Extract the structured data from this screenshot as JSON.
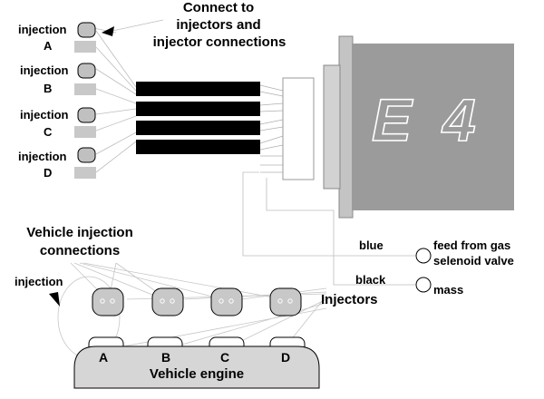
{
  "colors": {
    "unit_body": "#9b9b9b",
    "unit_flange": "#c8c8c8",
    "engine_fill": "#d6d6d6",
    "plug_fill": "#c0c0c0",
    "ribbon": "#000000",
    "wire": "#b0b0b0",
    "outline": "#000000"
  },
  "header": {
    "title_line1": "Connect to",
    "title_line2": "injectors and",
    "title_line3": "injector connections"
  },
  "injector_connectors": [
    {
      "word": "injection",
      "letter": "A"
    },
    {
      "word": "injection",
      "letter": "B"
    },
    {
      "word": "injection",
      "letter": "C"
    },
    {
      "word": "injection",
      "letter": "D"
    }
  ],
  "unit": {
    "logo_letter": "E",
    "logo_number": "4"
  },
  "wires": [
    {
      "color_label": "blue",
      "destination_line1": "feed from gas",
      "destination_line2": "selenoid valve"
    },
    {
      "color_label": "black",
      "destination_line1": "mass"
    }
  ],
  "vehicle": {
    "section_title_line1": "Vehicle injection",
    "section_title_line2": "connections",
    "injection_label": "injection",
    "injectors_label": "Injectors",
    "engine_label": "Vehicle engine",
    "cylinder_letters": [
      "A",
      "B",
      "C",
      "D"
    ]
  }
}
